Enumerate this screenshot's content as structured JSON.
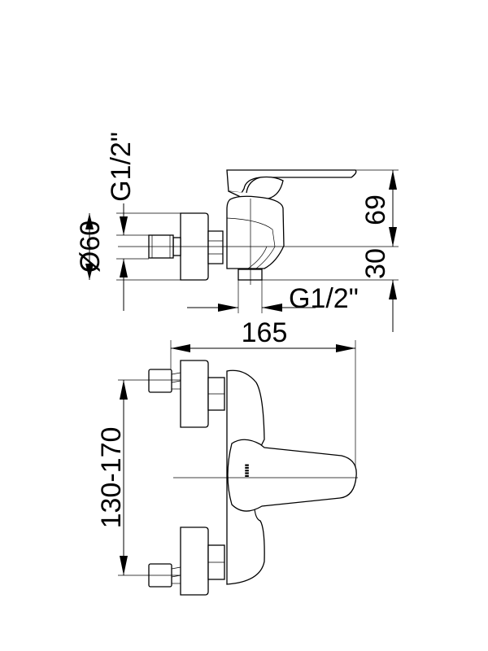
{
  "drawing": {
    "side_view": {
      "dim_diameter": "Ø60",
      "dim_inlet_thread": "G1/2\"",
      "dim_height_top": "69",
      "dim_height_bottom": "30",
      "dim_outlet_thread": "G1/2\""
    },
    "front_view": {
      "dim_depth": "165",
      "dim_center_distance": "130-170"
    },
    "line_color": "#000000",
    "background_color": "#ffffff"
  }
}
